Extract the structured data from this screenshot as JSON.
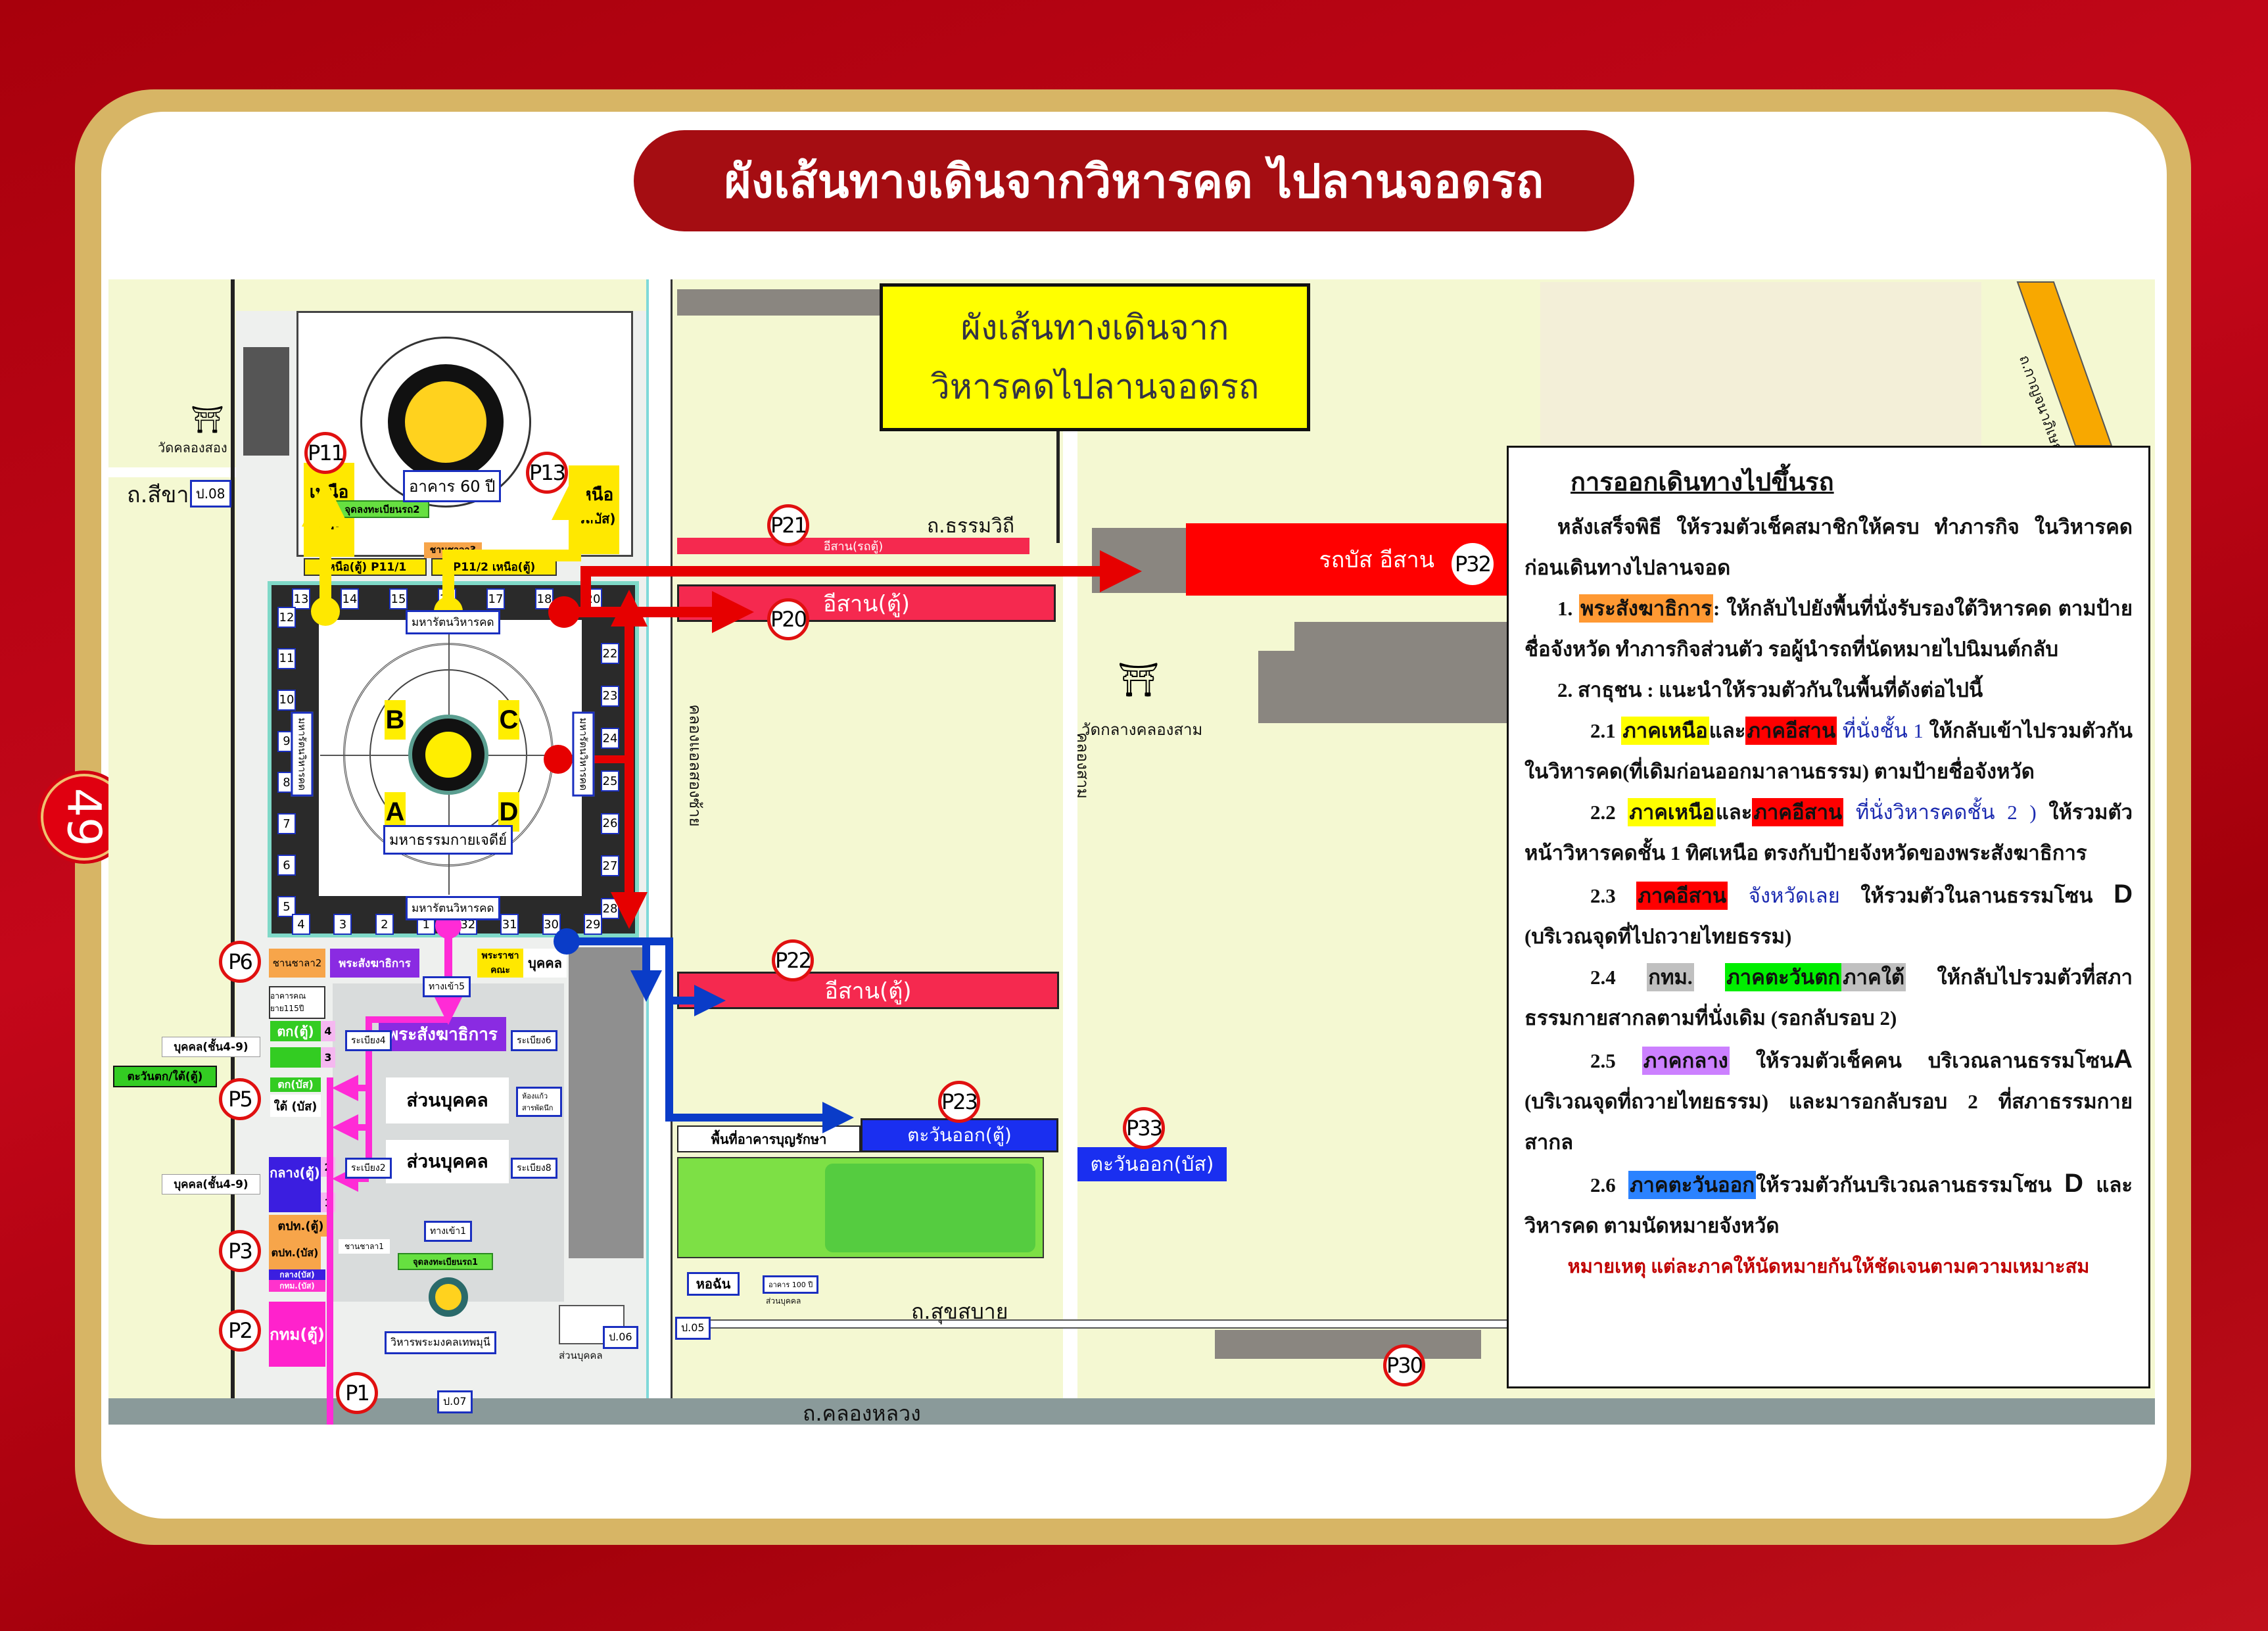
{
  "page": {
    "title": "ผังเส้นทางเดินจากวิหารคด ไปลานจอดรถ",
    "page_number": "49"
  },
  "colors": {
    "accent": "#a50d12",
    "frame": "#d7b565",
    "map_bg": "#f4f8d2",
    "route_red": "#e60000",
    "route_blue": "#0a3cc8",
    "route_magenta": "#ff2bd6",
    "route_yellow": "#ffe800"
  },
  "map": {
    "heading_line1": "ผังเส้นทางเดินจาก",
    "heading_line2": "วิหารคดไปลานจอดรถ",
    "roads": {
      "si_khao": "ถ.สีขาว",
      "thammawithi": "ถ.ธรรมวิถี",
      "suksabai": "ถ.สุขสบาย",
      "khlong_luang": "ถ.คลองหลวง",
      "kanchanaphisek": "ถ.กาญจนาภิเษก",
      "canal_l2": "คลองแอลสองซ้าย",
      "khlong_sam": "คลองสาม"
    },
    "places": {
      "wat_khlong_song": "วัดคลองสอง",
      "wat_klang_khlong_sam": "วัดกลางคลองสาม",
      "building_60": "อาคาร 60 ปี",
      "chedi": "มหาธรรมกายเจดีย์",
      "cloister": "มหารัตนวิหารคด",
      "building_115": "อาคารคณยาย115ปี",
      "vihara": "วิหารพระมงคลเทพมุนี",
      "dining_hall": "หอฉัน",
      "building_100": "อาคาร 100 ปี",
      "bunraksa": "พื้นที่อาคารบุญรักษา"
    },
    "pins": {
      "p1": "P1",
      "p2": "P2",
      "p3": "P3",
      "p5": "P5",
      "p6": "P6",
      "p11": "P11",
      "p13": "P13",
      "p20": "P20",
      "p21": "P21",
      "p22": "P22",
      "p23": "P23",
      "p30": "P30",
      "p32": "P32",
      "p33": "P33"
    },
    "gates": {
      "p05": "ป.05",
      "p06": "ป.06",
      "p07": "ป.07",
      "p08": "ป.08"
    },
    "zones": {
      "a": "A",
      "b": "B",
      "c": "C",
      "d": "D"
    },
    "cloister_numbers": {
      "top": [
        "13",
        "14",
        "15",
        "16",
        "17",
        "18",
        "20"
      ],
      "left": [
        "12",
        "11",
        "10",
        "9",
        "8",
        "7",
        "6",
        "5"
      ],
      "bottom": [
        "4",
        "3",
        "2",
        "1",
        "32",
        "31",
        "30",
        "29"
      ],
      "right": [
        "22",
        "23",
        "24",
        "25",
        "26",
        "27",
        "28"
      ]
    },
    "areas": {
      "north_van": "เหนือ",
      "north_van_sub": "(ตู้)",
      "north_bus": "เหนือ",
      "north_bus_sub": "(รถบัส)",
      "reg2": "จุดลงทะเบียนรถ2",
      "reg1": "จุดลงทะเบียนรถ1",
      "north_p11_1": "เหนือ(ตู้) P11/1",
      "north_p11_2": "P11/2 เหนือ(ตู้)",
      "platform3": "ชานชาลา3",
      "platform2": "ชานชาลา2",
      "platform1": "ชานชาลา1",
      "monks_admin": "พระสังฆาธิการ",
      "royal_monks": "พระราชาคณะ",
      "personal": "บุคคล",
      "west_van": "ตก(ตู้)",
      "west_bus": "ตก(บัส)",
      "south_bus": "ใต้ (บัส)",
      "personal_floor": "บุคคล(ชั้น4-9)",
      "west_south_van": "ตะวันตก/ใต้(ตู้)",
      "central_van": "กลาง(ตู้)",
      "foreign_van": "ตปท.(ตู้)",
      "foreign_bus": "ตปท.(บัส)",
      "central_bus": "กลาง(บัส)",
      "bkk_bus": "กทม.(บัส)",
      "bkk_van": "กทม(ตู้)",
      "private": "ส่วนบุคคล",
      "gate5": "ทางเข้า5",
      "gate1": "ทางเข้า1",
      "veranda2": "ระเบียง2",
      "veranda4": "ระเบียง4",
      "veranda6": "ระเบียง6",
      "veranda8": "ระเบียง8",
      "glass_room": "ห้องแก้วสารพัดนึก",
      "isan_van_road": "อีสาน(รถตู้)",
      "isan_van": "อีสาน(ตู้)",
      "isan_bus": "รถบัส อีสาน",
      "east_van": "ตะวันออก(ตู้)",
      "east_bus": "ตะวันออก(บัส)",
      "slot_1": "1",
      "slot_2": "2",
      "slot_3": "3",
      "slot_4": "4"
    }
  },
  "instructions": {
    "title": "การออกเดินทางไปขึ้นรถ",
    "intro": "หลังเสร็จพิธี ให้รวมตัวเช็คสมาชิกให้ครบ ทำภารกิจ ในวิหารคดก่อนเดินทางไปลานจอด",
    "item1": {
      "num": "1.",
      "highlight": "พระสังฆาธิการ",
      "text": ": ให้กลับไปยังพื้นที่นั่งรับรองใต้วิหารคด ตามป้ายชื่อจังหวัด ทำภารกิจส่วนตัว รอผู้นำรถที่นัดหมายไปนิมนต์กลับ"
    },
    "item2": "2. สาธุชน : แนะนำให้รวมตัวกันในพื้นที่ดังต่อไปนี้",
    "item2_1": {
      "num": "2.1",
      "hl1": "ภาคเหนือ",
      "and": "และ",
      "hl2": "ภาคอีสาน",
      "blue": " ที่นั่งชั้น 1",
      "text": " ให้กลับเข้าไปรวมตัวกันในวิหารคด(ที่เดิมก่อนออกมาลานธรรม) ตามป้ายชื่อจังหวัด"
    },
    "item2_2": {
      "num": "2.2",
      "hl1": "ภาคเหนือ",
      "and": "และ",
      "hl2": "ภาคอีสาน",
      "blue": " ที่นั่งวิหารคดชั้น 2 )",
      "text": " ให้รวมตัวหน้าวิหารคดชั้น 1 ทิศเหนือ ตรงกับป้ายจังหวัดของพระสังฆาธิการ"
    },
    "item2_3": {
      "num": "2.3",
      "hl": "ภาคอีสาน",
      "blue": " จังหวัดเลย",
      "text": " ให้รวมตัวในลานธรรมโซน ",
      "zone": "D",
      "text2": " (บริเวณจุดที่ไปถวายไทยธรรม)"
    },
    "item2_4": {
      "num": "2.4",
      "hl1": "กทม.",
      "hl2": "ภาคตะวันตก",
      "hl3": "ภาคใต้",
      "text": " ให้กลับไปรวมตัวที่สภาธรรมกายสากลตามที่นั่งเดิม (รอกลับรอบ 2)"
    },
    "item2_5": {
      "num": "2.5",
      "hl": "ภาคกลาง",
      "text": " ให้รวมตัวเช็คคน บริเวณลานธรรมโซน",
      "zone": "A",
      "text2": " (บริเวณจุดที่ถวายไทยธรรม) และมารอกลับรอบ 2 ที่สภาธรรมกายสากล"
    },
    "item2_6": {
      "num": "2.6",
      "hl": "ภาคตะวันออก",
      "text": "ให้รวมตัวกันบริเวณลานธรรมโซน ",
      "zone": "D",
      "text2": " และวิหารคด ตามนัดหมายจังหวัด"
    },
    "note": "หมายเหตุ แต่ละภาคให้นัดหมายกันให้ชัดเจนตามความเหมาะสม",
    "highlight_colors": {
      "orange": "#ff9933",
      "yellow": "#ffff00",
      "red": "#ff0000",
      "gray": "#c0c0c0",
      "green": "#00ee00",
      "purple": "#cc80ff",
      "blue": "#2b82ff"
    }
  }
}
